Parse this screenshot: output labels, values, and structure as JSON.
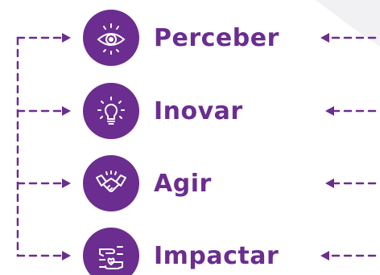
{
  "steps": [
    {
      "label": "Perceber",
      "icon": "eye-icon"
    },
    {
      "label": "Inovar",
      "icon": "lightbulb-icon"
    },
    {
      "label": "Agir",
      "icon": "handshake-icon"
    },
    {
      "label": "Impactar",
      "icon": "hands-heart-icon"
    }
  ],
  "colors": {
    "brand_purple": "#6b2d8f",
    "corner_gray": "#f1f1f3"
  }
}
